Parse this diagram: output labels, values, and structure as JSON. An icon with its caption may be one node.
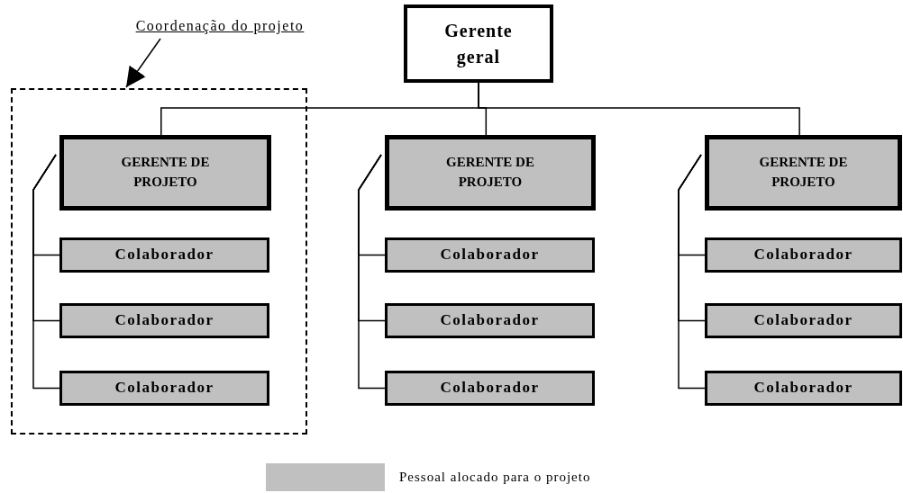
{
  "diagram": {
    "nodes": [
      {
        "text": [
          "Coordenação do projeto"
        ]
      },
      {
        "text": [
          "Gerente geral"
        ]
      },
      {
        "text": [],
        "shape": "box"
      },
      {
        "text": [
          "GERENTE DE PROJETO"
        ],
        "in": 2
      },
      {
        "text": [
          "Colaborador"
        ],
        "in": 2
      },
      {
        "text": [
          "Colaborador"
        ],
        "in": 2
      },
      {
        "text": [
          "Colaborador"
        ],
        "in": 2
      },
      {
        "text": [
          "GERENTE DE PROJETO"
        ]
      },
      {
        "text": [
          "Colaborador"
        ]
      },
      {
        "text": [
          "Colaborador"
        ]
      },
      {
        "text": [
          "Colaborador"
        ]
      },
      {
        "text": [
          "GERENTE DE PROJETO"
        ]
      },
      {
        "text": [
          "Colaborador"
        ]
      },
      {
        "text": [
          "Colaborador"
        ]
      },
      {
        "text": [
          "Colaborador"
        ]
      }
    ],
    "edges": [
      {
        "from": 0,
        "to": 2,
        "arrow": "to"
      },
      {
        "from": 1,
        "to": 3,
        "arrow": "none"
      },
      {
        "from": 1,
        "to": 7,
        "arrow": "none"
      },
      {
        "from": 1,
        "to": 11,
        "arrow": "none"
      },
      {
        "from": 3,
        "to": 4,
        "arrow": "none"
      },
      {
        "from": 3,
        "to": 5,
        "arrow": "none"
      },
      {
        "from": 3,
        "to": 6,
        "arrow": "none"
      },
      {
        "from": 7,
        "to": 8,
        "arrow": "none"
      },
      {
        "from": 7,
        "to": 9,
        "arrow": "none"
      },
      {
        "from": 7,
        "to": 10,
        "arrow": "none"
      },
      {
        "from": 11,
        "to": 12,
        "arrow": "none"
      },
      {
        "from": 11,
        "to": 13,
        "arrow": "none"
      },
      {
        "from": 11,
        "to": 14,
        "arrow": "none"
      }
    ],
    "legend": [
      {
        "text": "Pessoal alocado para o projeto",
        "color": "#c0c0c0"
      }
    ]
  }
}
